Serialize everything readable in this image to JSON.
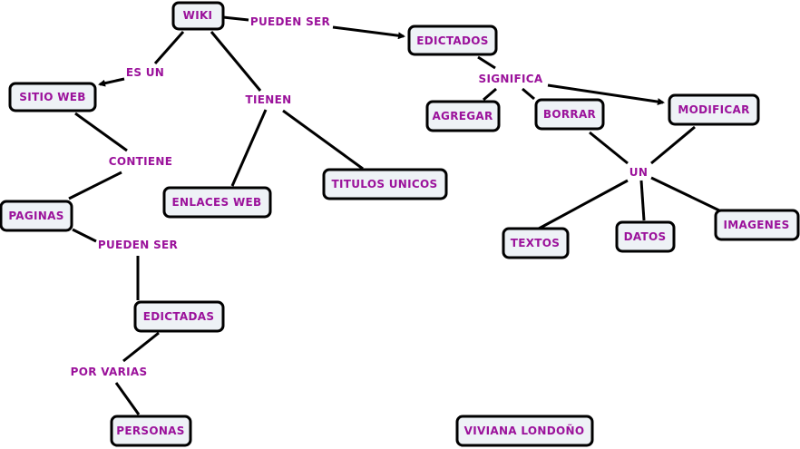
{
  "concepts": {
    "wiki": "WIKI",
    "edictados": "EDICTADOS",
    "sitio_web": "SITIO WEB",
    "agregar": "AGREGAR",
    "borrar": "BORRAR",
    "modificar": "MODIFICAR",
    "titulos_unicos": "TITULOS UNICOS",
    "enlaces_web": "ENLACES WEB",
    "paginas": "PAGINAS",
    "textos": "TEXTOS",
    "datos": "DATOS",
    "imagenes": "IMAGENES",
    "edictadas": "EDICTADAS",
    "personas": "PERSONAS",
    "author": "VIVIANA LONDOÑO"
  },
  "links": {
    "pueden_ser_1": "PUEDEN SER",
    "es_un": "ES UN",
    "tienen": "TIENEN",
    "significa": "SIGNIFICA",
    "contiene": "CONTIENE",
    "un": "UN",
    "pueden_ser_2": "PUEDEN SER",
    "por_varias": "POR VARIAS"
  }
}
